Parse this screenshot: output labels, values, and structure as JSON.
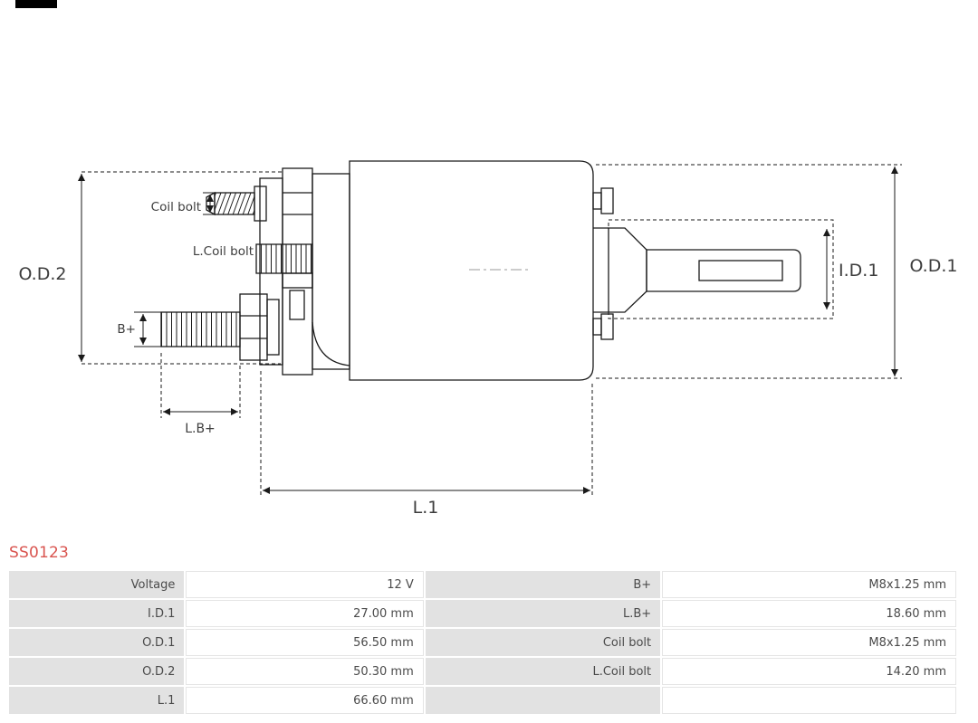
{
  "part": {
    "number": "SS0123"
  },
  "colors": {
    "part_number": "#d9544f",
    "table_label_bg": "#e2e2e2",
    "table_value_bg": "#ffffff",
    "line": "#1a1a1a"
  },
  "diagram": {
    "labels": {
      "od2": "O.D.2",
      "od1": "O.D.1",
      "id1": "I.D.1",
      "coil_bolt": "Coil bolt",
      "l_coil_bolt": "L.Coil bolt",
      "b_plus": "B+",
      "l_b_plus": "L.B+",
      "l1": "L.1"
    }
  },
  "table": {
    "rows": [
      [
        {
          "label": "Voltage",
          "value": "12 V"
        },
        {
          "label": "B+",
          "value": "M8x1.25 mm"
        }
      ],
      [
        {
          "label": "I.D.1",
          "value": "27.00 mm"
        },
        {
          "label": "L.B+",
          "value": "18.60 mm"
        }
      ],
      [
        {
          "label": "O.D.1",
          "value": "56.50 mm"
        },
        {
          "label": "Coil bolt",
          "value": "M8x1.25 mm"
        }
      ],
      [
        {
          "label": "O.D.2",
          "value": "50.30 mm"
        },
        {
          "label": "L.Coil bolt",
          "value": "14.20 mm"
        }
      ],
      [
        {
          "label": "L.1",
          "value": "66.60 mm"
        },
        {
          "label": "",
          "value": ""
        }
      ]
    ]
  }
}
